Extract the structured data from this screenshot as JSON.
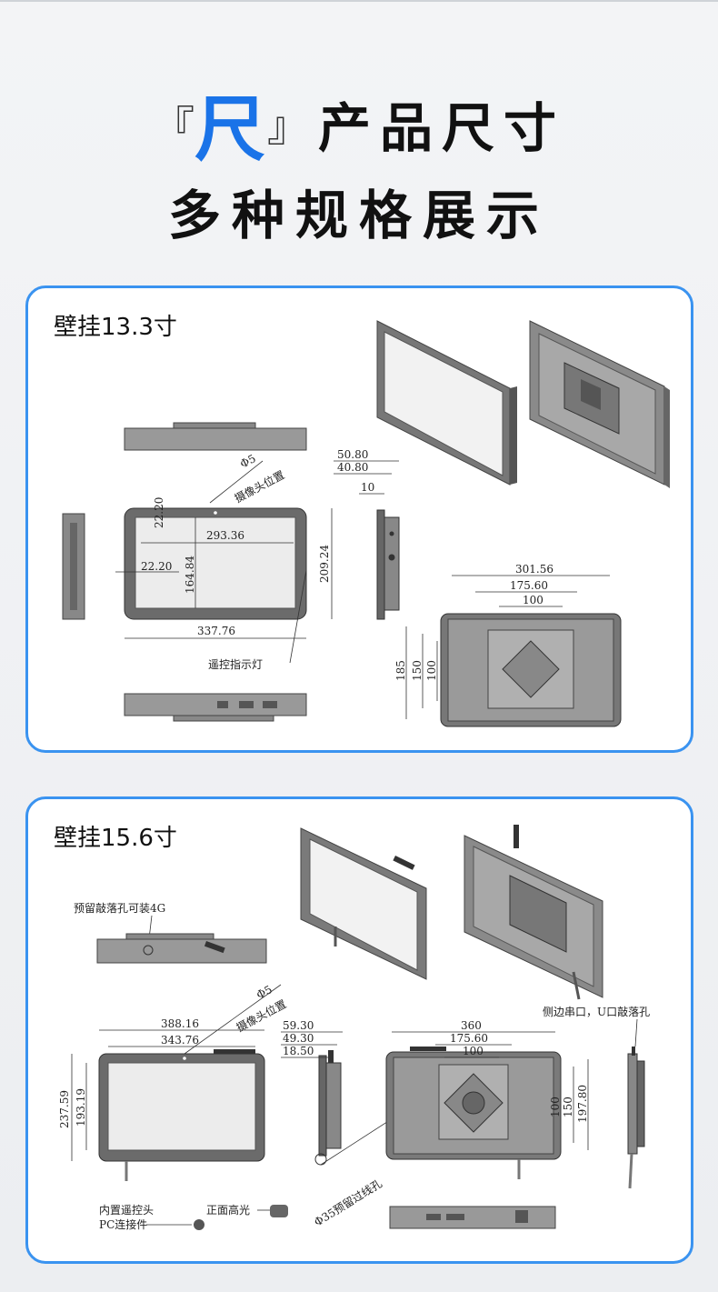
{
  "header": {
    "bracket_open": "『",
    "highlight": "尺",
    "bracket_close": "』",
    "title": "产品尺寸",
    "subtitle": "多种规格展示"
  },
  "colors": {
    "accent": "#1a73e8",
    "card_border": "#3a93f0",
    "bezel": "#6b6b6b",
    "screen": "#e9e9e9"
  },
  "card1": {
    "title": "壁挂13.3寸",
    "dims": {
      "camera_hole": "Φ5",
      "camera_label": "摄像头位置",
      "d_293": "293.36",
      "d_22a": "22.20",
      "d_22b": "22.20",
      "d_164": "164.84",
      "d_209": "209.24",
      "d_337": "337.76",
      "remote_label": "遥控指示灯",
      "d_50": "50.80",
      "d_40": "40.80",
      "d_10": "10",
      "d_301": "301.56",
      "d_175": "175.60",
      "d_100h": "100",
      "d_185": "185",
      "d_150": "150",
      "d_100v": "100"
    }
  },
  "card2": {
    "title": "壁挂15.6寸",
    "dims": {
      "hole_4g": "预留敲落孔可装4G",
      "camera_hole": "Φ5",
      "camera_label": "摄像头位置",
      "d_388": "388.16",
      "d_343": "343.76",
      "d_237": "237.59",
      "d_193": "193.19",
      "d_59": "59.30",
      "d_49": "49.30",
      "d_18": "18.50",
      "d_360": "360",
      "d_175": "175.60",
      "d_100h": "100",
      "d_100v": "100",
      "d_150": "150",
      "d_197": "197.80",
      "serial_label": "侧边串口，U口敲落孔",
      "cable_hole": "Φ35预留过线孔",
      "remote_head": "内置遥控头",
      "pc_connector": "PC连接件",
      "gloss": "正面高光"
    }
  }
}
